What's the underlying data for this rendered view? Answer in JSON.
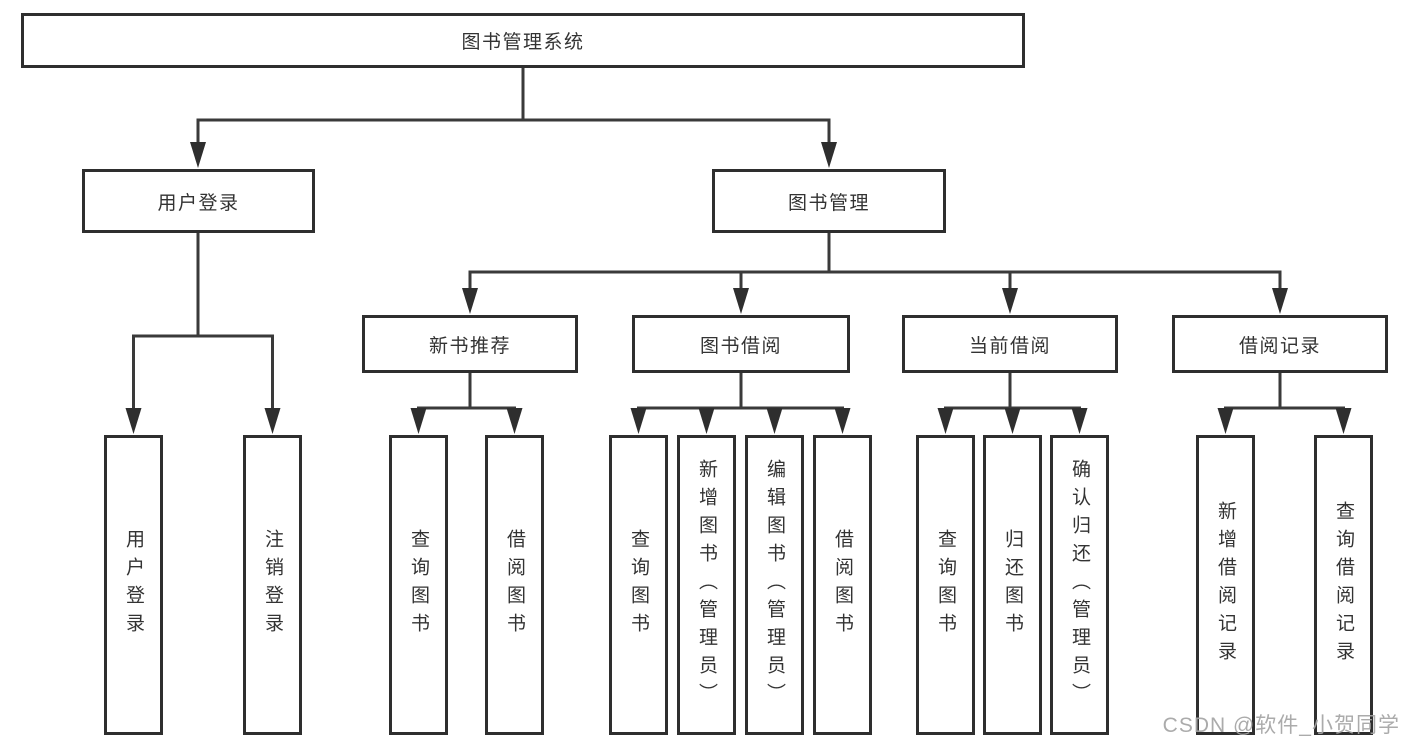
{
  "root": {
    "label": "图书管理系统"
  },
  "level1": [
    {
      "label": "用户登录"
    },
    {
      "label": "图书管理"
    }
  ],
  "level2": [
    {
      "label": "新书推荐"
    },
    {
      "label": "图书借阅"
    },
    {
      "label": "当前借阅"
    },
    {
      "label": "借阅记录"
    }
  ],
  "leaves": {
    "user_login": [
      {
        "label": "用户登录"
      },
      {
        "label": "注销登录"
      }
    ],
    "new_books": [
      {
        "label": "查询图书"
      },
      {
        "label": "借阅图书"
      }
    ],
    "book_borrow": [
      {
        "label": "查询图书"
      },
      {
        "label": "新增图书（管理员）"
      },
      {
        "label": "编辑图书（管理员）"
      },
      {
        "label": "借阅图书"
      }
    ],
    "current_borrow": [
      {
        "label": "查询图书"
      },
      {
        "label": "归还图书"
      },
      {
        "label": "确认归还（管理员）"
      }
    ],
    "borrow_records": [
      {
        "label": "新增借阅记录"
      },
      {
        "label": "查询借阅记录"
      }
    ]
  },
  "watermark": "CSDN @软件_小贺同学",
  "colors": {
    "line": "#3a3a3a",
    "border": "#2e2e2e",
    "text": "#333333",
    "watermark": "#a4a4a4"
  }
}
